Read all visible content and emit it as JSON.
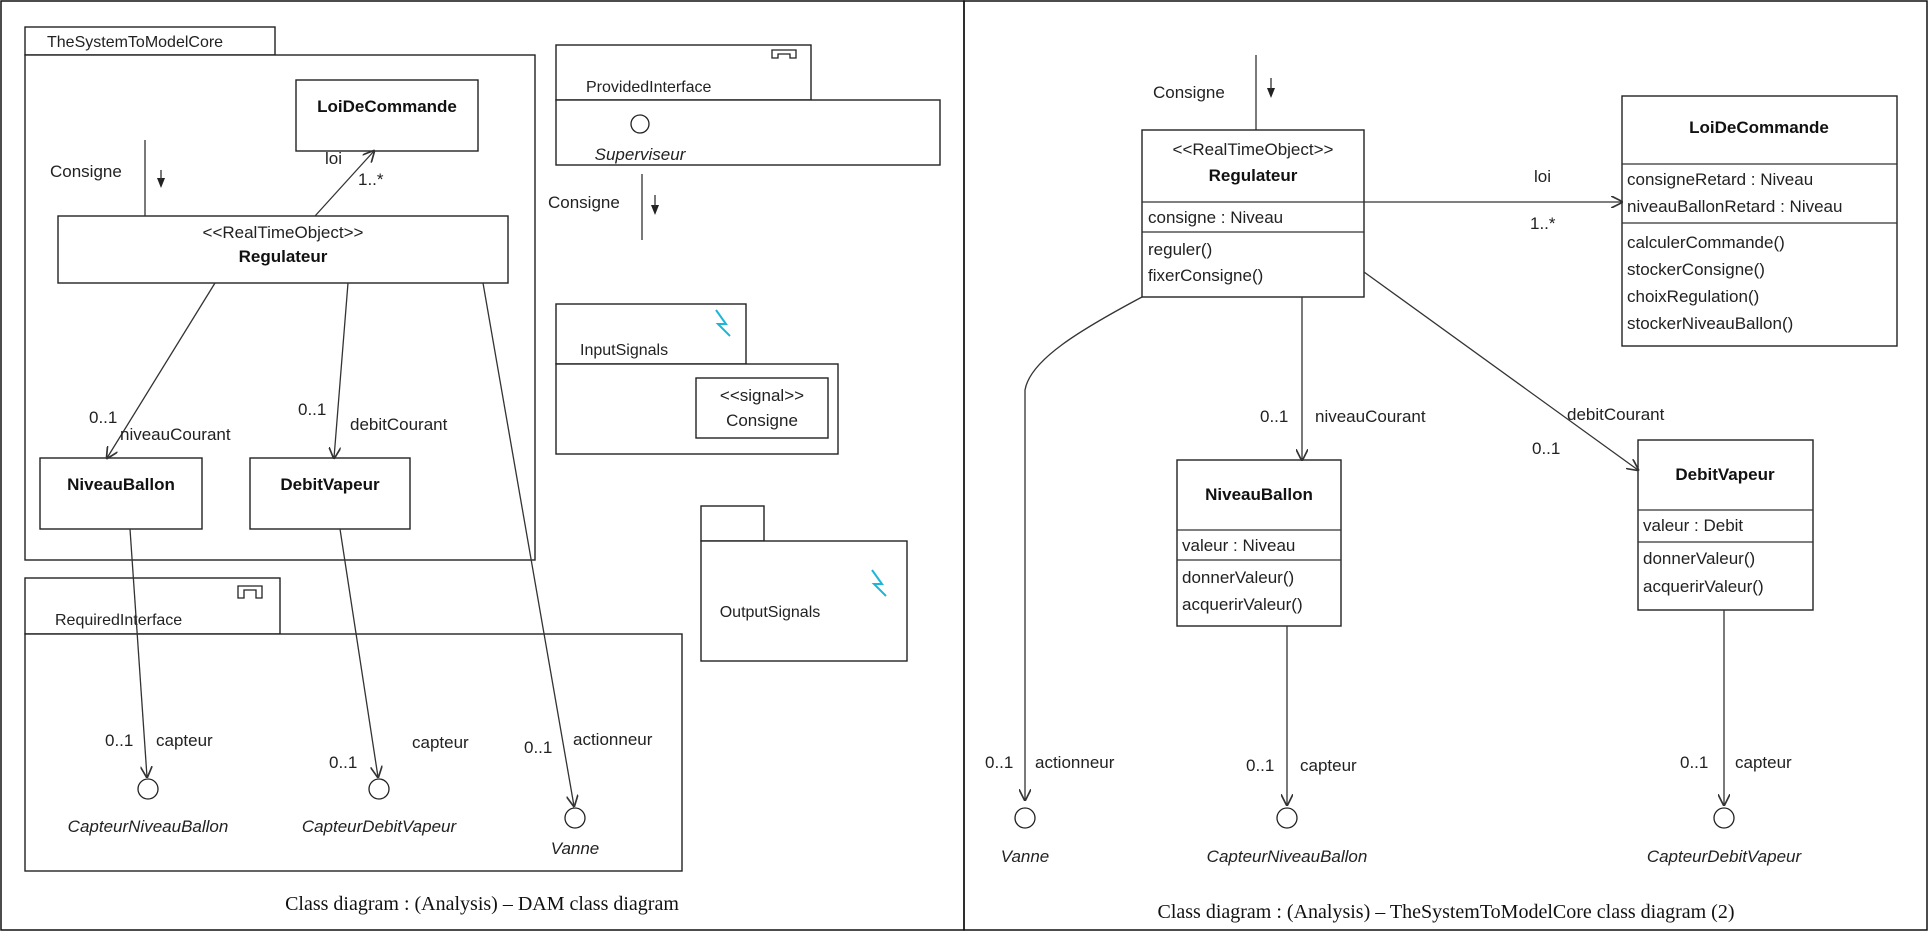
{
  "left": {
    "caption": "Class diagram : (Analysis) – DAM class diagram",
    "package_core": "TheSystemToModelCore",
    "loi_de_commande": "LoiDeCommande",
    "regulateur_stereotype": "<<RealTimeObject>>",
    "regulateur_name": "Regulateur",
    "niveau_ballon": "NiveauBallon",
    "debit_vapeur": "DebitVapeur",
    "consigne_label": "Consigne",
    "loi_label": "loi",
    "loi_mult": "1..*",
    "niveau_courant": "niveauCourant",
    "niveau_mult": "0..1",
    "debit_courant": "debitCourant",
    "debit_mult": "0..1",
    "provided_interface": "ProvidedInterface",
    "superviseur": "Superviseur",
    "consigne_provided": "Consigne",
    "input_signals": "InputSignals",
    "signal_stereotype": "<<signal>>",
    "signal_name": "Consigne",
    "output_signals": "OutputSignals",
    "required_interface": "RequiredInterface",
    "capteur1_mult": "0..1",
    "capteur1_label": "capteur",
    "capteur2_mult": "0..1",
    "capteur2_label": "capteur",
    "actionneur_mult": "0..1",
    "actionneur_label": "actionneur",
    "capteur_niveau_ballon": "CapteurNiveauBallon",
    "capteur_debit_vapeur": "CapteurDebitVapeur",
    "vanne": "Vanne"
  },
  "right": {
    "caption": "Class diagram : (Analysis) – TheSystemToModelCore class diagram (2)",
    "consigne_label": "Consigne",
    "regulateur_stereotype": "<<RealTimeObject>>",
    "regulateur_name": "Regulateur",
    "regulateur_attr": "consigne : Niveau",
    "regulateur_op1": "reguler()",
    "regulateur_op2": "fixerConsigne()",
    "loi_label": "loi",
    "loi_mult": "1..*",
    "loi_de_commande": "LoiDeCommande",
    "loi_attr1": "consigneRetard : Niveau",
    "loi_attr2": "niveauBallonRetard : Niveau",
    "loi_op1": "calculerCommande()",
    "loi_op2": "stockerConsigne()",
    "loi_op3": "choixRegulation()",
    "loi_op4": "stockerNiveauBallon()",
    "niveau_mult": "0..1",
    "niveau_courant": "niveauCourant",
    "debit_courant": "debitCourant",
    "debit_mult": "0..1",
    "niveau_ballon": "NiveauBallon",
    "niveau_attr": "valeur : Niveau",
    "niveau_op1": "donnerValeur()",
    "niveau_op2": "acquerirValeur()",
    "debit_vapeur": "DebitVapeur",
    "debit_attr": "valeur : Debit",
    "debit_op1": "donnerValeur()",
    "debit_op2": "acquerirValeur()",
    "actionneur_mult": "0..1",
    "actionneur_label": "actionneur",
    "capteur1_mult": "0..1",
    "capteur1_label": "capteur",
    "capteur2_mult": "0..1",
    "capteur2_label": "capteur",
    "vanne": "Vanne",
    "capteur_niveau_ballon": "CapteurNiveauBallon",
    "capteur_debit_vapeur": "CapteurDebitVapeur"
  }
}
